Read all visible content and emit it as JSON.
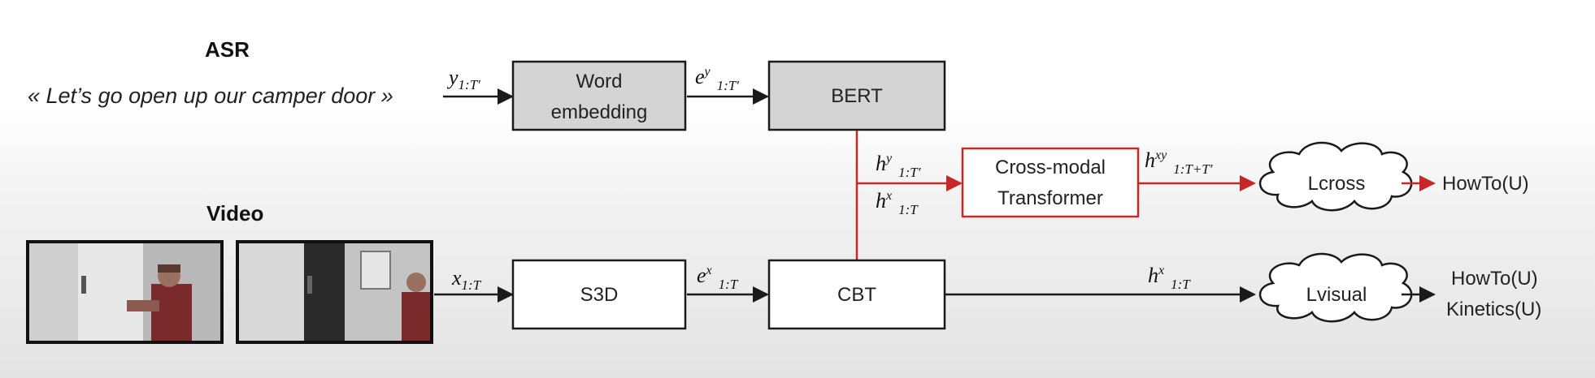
{
  "asr": {
    "heading": "ASR",
    "utterance": "« Let’s go open up our camper door »",
    "y_var": "y",
    "y_sub": "1:T′"
  },
  "video": {
    "heading": "Video",
    "x_var": "x",
    "x_sub": "1:T"
  },
  "blocks": {
    "word_embedding_line1": "Word",
    "word_embedding_line2": "embedding",
    "bert": "BERT",
    "s3d": "S3D",
    "cbt": "CBT",
    "cross_modal_line1": "Cross-modal",
    "cross_modal_line2": "Transformer",
    "lcross": "Lcross",
    "lvisual": "Lvisual"
  },
  "signals": {
    "ey": {
      "base": "e",
      "sup": "y",
      "sub": "1:T′"
    },
    "ex": {
      "base": "e",
      "sup": "x",
      "sub": "1:T"
    },
    "hy": {
      "base": "h",
      "sup": "y",
      "sub": "1:T′"
    },
    "hx_top": {
      "base": "h",
      "sup": "x",
      "sub": "1:T"
    },
    "hxy": {
      "base": "h",
      "sup": "xy",
      "sub": "1:T+T′"
    },
    "hx_bottom": {
      "base": "h",
      "sup": "x",
      "sub": "1:T"
    }
  },
  "outputs": {
    "cross": "HowTo(U)",
    "visual_line1": "HowTo(U)",
    "visual_line2": "Kinetics(U)"
  },
  "colors": {
    "accent_red": "#c62828",
    "box_gray": "#d4d4d4",
    "line": "#1a1a1a"
  }
}
